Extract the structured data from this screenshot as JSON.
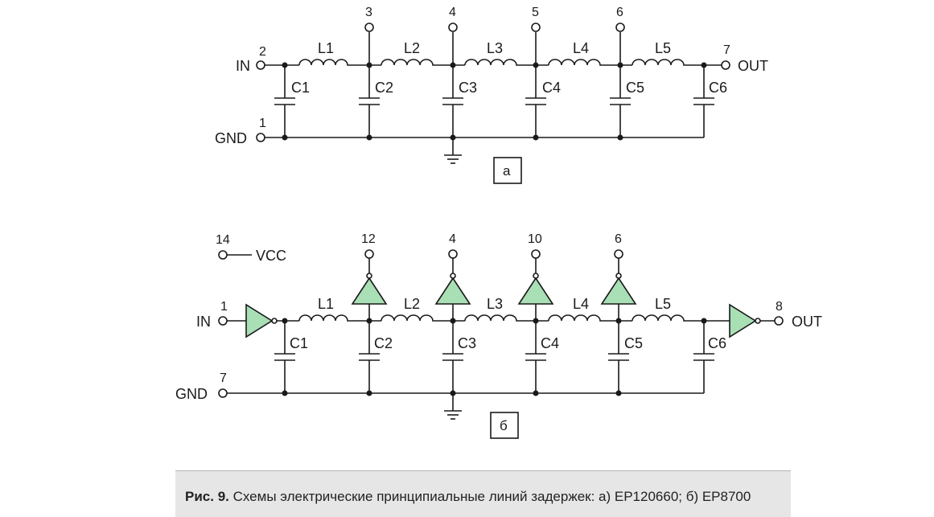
{
  "diagram_a": {
    "box_label": "а",
    "in_label": "IN",
    "out_label": "OUT",
    "gnd_label": "GND",
    "in_pin": "2",
    "gnd_pin": "1",
    "out_pin": "7",
    "tap_pins": [
      "3",
      "4",
      "5",
      "6"
    ],
    "inductors": [
      "L1",
      "L2",
      "L3",
      "L4",
      "L5"
    ],
    "capacitors": [
      "C1",
      "C2",
      "C3",
      "C4",
      "C5",
      "C6"
    ]
  },
  "diagram_b": {
    "box_label": "б",
    "in_label": "IN",
    "out_label": "OUT",
    "gnd_label": "GND",
    "vcc_label": "VCC",
    "in_pin": "1",
    "gnd_pin": "7",
    "out_pin": "8",
    "vcc_pin": "14",
    "tap_pins": [
      "12",
      "4",
      "10",
      "6"
    ],
    "inductors": [
      "L1",
      "L2",
      "L3",
      "L4",
      "L5"
    ],
    "capacitors": [
      "C1",
      "C2",
      "C3",
      "C4",
      "C5",
      "C6"
    ]
  },
  "caption": {
    "prefix": "Рис. 9.",
    "text": " Схемы электрические принципиальные линий задержек: а) EP120660; б) EP8700"
  },
  "colors": {
    "wire": "#1a1a1a",
    "buffer_fill": "#a9dfb5",
    "caption_bg": "#e6e6e6"
  }
}
